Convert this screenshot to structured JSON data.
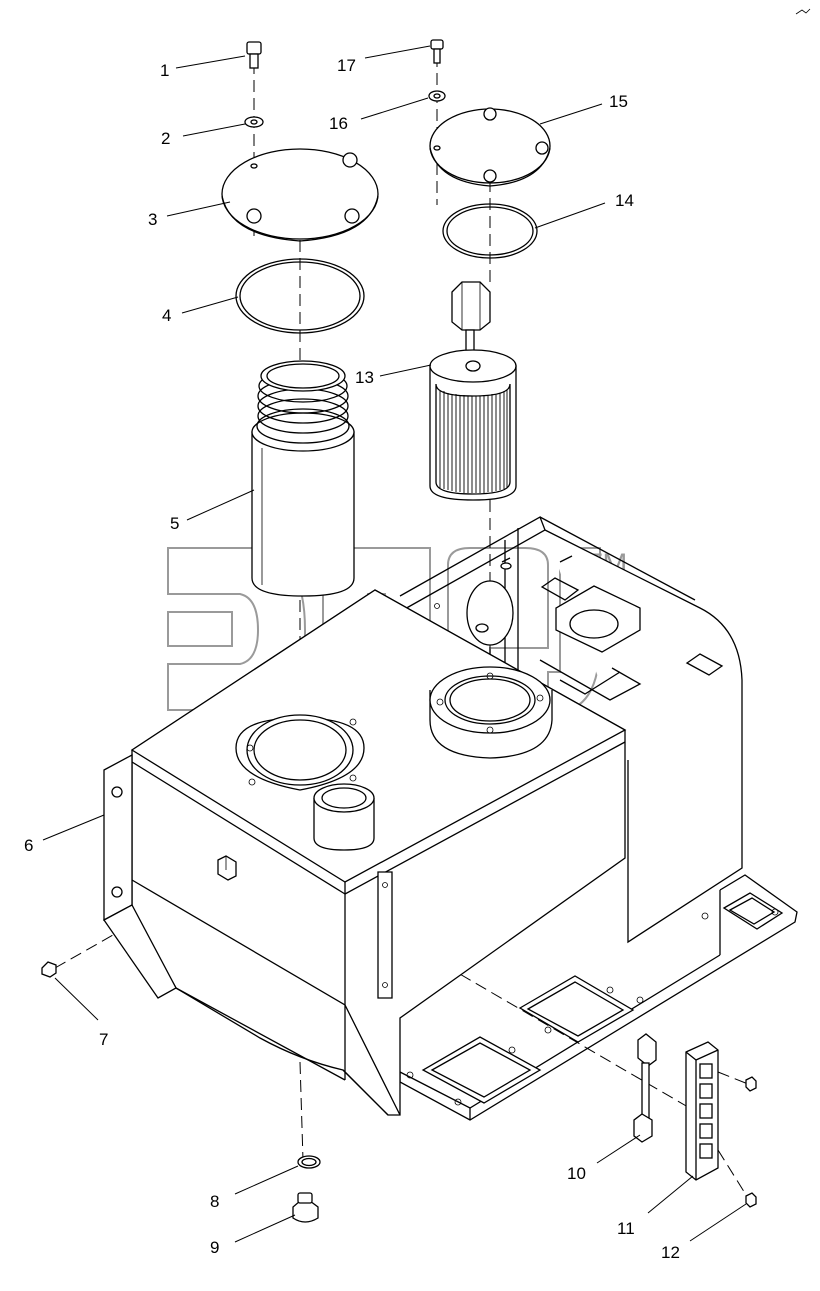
{
  "diagram": {
    "watermark_mark": "TM",
    "callouts": [
      {
        "id": "callout-1",
        "label": "1"
      },
      {
        "id": "callout-2",
        "label": "2"
      },
      {
        "id": "callout-3",
        "label": "3"
      },
      {
        "id": "callout-4",
        "label": "4"
      },
      {
        "id": "callout-5",
        "label": "5"
      },
      {
        "id": "callout-6",
        "label": "6"
      },
      {
        "id": "callout-7",
        "label": "7"
      },
      {
        "id": "callout-8",
        "label": "8"
      },
      {
        "id": "callout-9",
        "label": "9"
      },
      {
        "id": "callout-10",
        "label": "10"
      },
      {
        "id": "callout-11",
        "label": "11"
      },
      {
        "id": "callout-12",
        "label": "12"
      },
      {
        "id": "callout-13",
        "label": "13"
      },
      {
        "id": "callout-14",
        "label": "14"
      },
      {
        "id": "callout-15",
        "label": "15"
      },
      {
        "id": "callout-16",
        "label": "16"
      },
      {
        "id": "callout-17",
        "label": "17"
      }
    ]
  }
}
